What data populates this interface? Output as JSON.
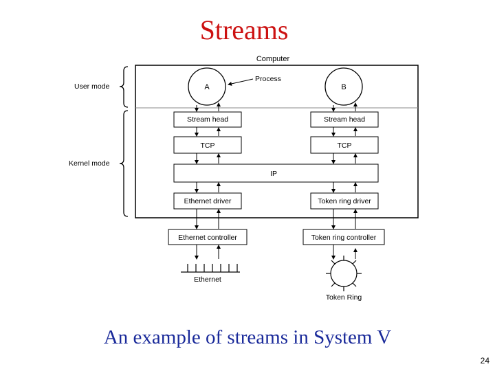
{
  "slide": {
    "title": "Streams",
    "caption": "An example of streams in System V",
    "page_number": "24"
  },
  "diagram": {
    "computer_label": "Computer",
    "user_mode_label": "User mode",
    "kernel_mode_label": "Kernel mode",
    "process_label": "Process",
    "process_a": "A",
    "process_b": "B",
    "stream_head_left": "Stream head",
    "stream_head_right": "Stream head",
    "tcp_left": "TCP",
    "tcp_right": "TCP",
    "ip": "IP",
    "ethernet_driver": "Ethernet driver",
    "token_ring_driver": "Token ring driver",
    "ethernet_controller": "Ethernet controller",
    "token_ring_controller": "Token ring controller",
    "ethernet_label": "Ethernet",
    "token_ring_label": "Token Ring"
  }
}
